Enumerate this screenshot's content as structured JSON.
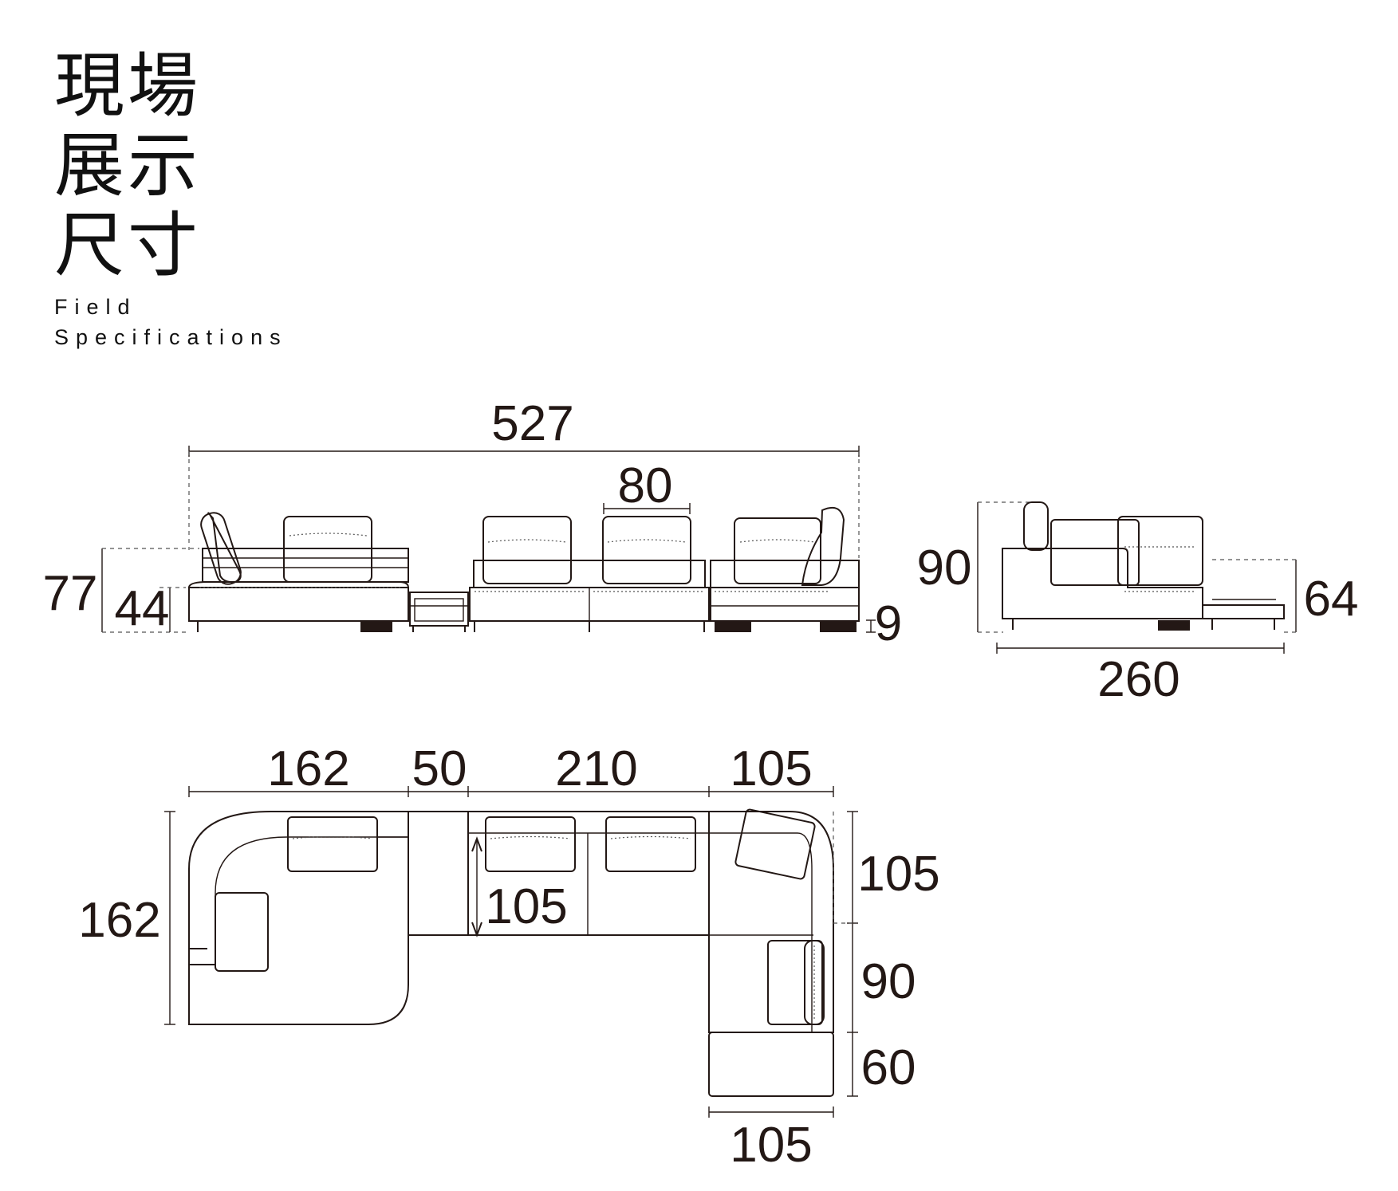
{
  "title": {
    "lines": [
      "現場",
      "展示",
      "尺寸"
    ],
    "subtitle_lines": [
      "Field",
      "Specifications"
    ]
  },
  "front_view": {
    "overall_width": "527",
    "cushion_width": "80",
    "total_height": "77",
    "seat_height": "44",
    "leg_height": "9"
  },
  "side_view": {
    "height": "90",
    "platform_height": "64",
    "depth": "260"
  },
  "plan_view": {
    "segment_1": "162",
    "segment_2": "50",
    "segment_3": "210",
    "segment_4": "105",
    "left_depth": "162",
    "seat_depth": "105",
    "right_top": "105",
    "right_mid": "90",
    "right_bottom": "60",
    "bottom_width": "105"
  }
}
